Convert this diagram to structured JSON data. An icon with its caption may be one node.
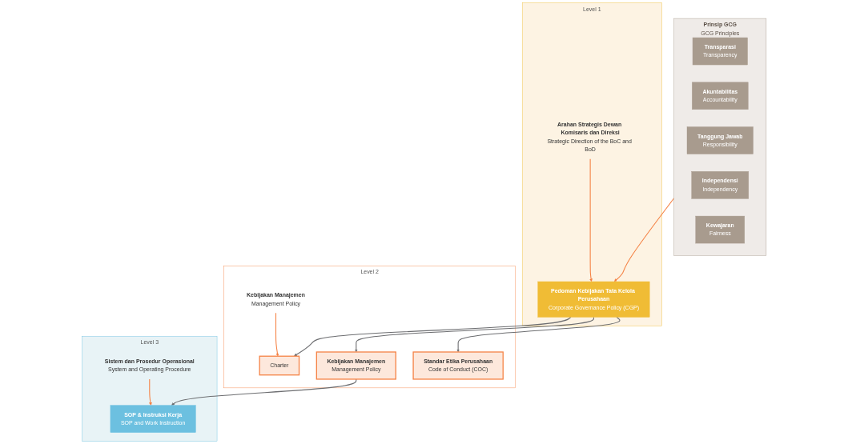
{
  "diagram": {
    "nodes": [
      {
        "text": [
          "Prinsip GCG",
          "GCG Principles"
        ]
      },
      {
        "text": [
          "Transparasi",
          "Transparency"
        ],
        "in": 0
      },
      {
        "text": [
          "Akuntabilitas",
          "Accountability"
        ],
        "in": 0
      },
      {
        "text": [
          "Tanggung Jawab",
          "Responsibility"
        ],
        "in": 0
      },
      {
        "text": [
          "Independensi",
          "Independency"
        ],
        "in": 0
      },
      {
        "text": [
          "Kewajaran",
          "Fairness"
        ],
        "in": 0
      },
      {
        "text": [
          "Level 1"
        ]
      },
      {
        "text": [
          "Arahan Strategis Dewan Komisaris dan Direksi",
          "Strategic Direction of the BoC and BoD"
        ],
        "in": 6
      },
      {
        "text": [
          "Pedoman Kebijakan Tata Kelola Perusahaan",
          "Corporate Governance Policy (CGP)"
        ],
        "in": 6
      },
      {
        "text": [
          "Level 2"
        ]
      },
      {
        "text": [
          "Kebijakan Manajemen",
          "Management Policy"
        ],
        "in": 9
      },
      {
        "text": [
          "Charter"
        ],
        "in": 9
      },
      {
        "text": [
          "Kebijakan Manajemen",
          "Management Policy"
        ],
        "in": 9
      },
      {
        "text": [
          "Standar Etika Perusahaan",
          "Code of Conduct (COC)"
        ],
        "in": 9
      },
      {
        "text": [
          "Level 3"
        ]
      },
      {
        "text": [
          "Sistem dan Prosedur Operasional",
          "System and Operating Procedure"
        ],
        "in": 14
      },
      {
        "text": [
          "SOP & Instruksi Kerja",
          "SOP and Work Instruction"
        ],
        "in": 14
      }
    ],
    "edges": [
      {
        "from": 0,
        "to": 8,
        "arrow": "to"
      },
      {
        "from": 7,
        "to": 8,
        "arrow": "to"
      },
      {
        "from": 8,
        "to": 11,
        "arrow": "to",
        "color": "#6d6e71"
      },
      {
        "from": 8,
        "to": 12,
        "arrow": "to",
        "color": "#6d6e71"
      },
      {
        "from": 8,
        "to": 13,
        "arrow": "to",
        "color": "#6d6e71"
      },
      {
        "from": 10,
        "to": 11,
        "arrow": "to"
      },
      {
        "from": 12,
        "to": 16,
        "arrow": "to",
        "color": "#6d6e71"
      },
      {
        "from": 15,
        "to": 16,
        "arrow": "to"
      }
    ]
  }
}
